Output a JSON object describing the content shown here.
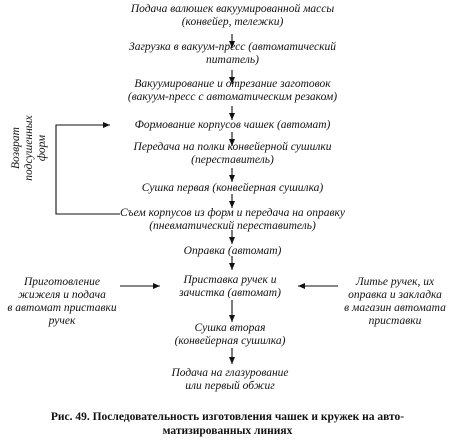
{
  "steps": {
    "s1": [
      "Подача валюшек вакуумированной массы",
      "(конвейер, тележки)"
    ],
    "s2": [
      "Загрузка в вакуум-пресс (автоматический",
      "питатель)"
    ],
    "s3": [
      "Вакуумирование и отрезание заготовок",
      "(вакуум-пресс с автоматическим резаком)"
    ],
    "s4": [
      "Формование корпусов чашек (автомат)"
    ],
    "s5": [
      "Передача на полки конвейерной сушилки",
      "(переставитель)"
    ],
    "s6": [
      "Сушка первая (конвейерная сушилка)"
    ],
    "s7": [
      "Съем корпусов из форм и передача на оправку",
      "(пневматический переставитель)"
    ],
    "s8": [
      "Оправка (автомат)"
    ],
    "s9": [
      "Приставка ручек и",
      "зачистка (автомат)"
    ],
    "s10": [
      "Сушка вторая",
      "(конвейерная сушилка)"
    ],
    "s11": [
      "Подача на глазурование",
      "или первый обжиг"
    ]
  },
  "side": {
    "left": [
      "Приготовление",
      "жижеля и подача",
      "в автомат приставки",
      "ручек"
    ],
    "right": [
      "Литье ручек, их",
      "оправка и закладка",
      "в магазин автомата",
      "приставки"
    ],
    "return": [
      "Возврат",
      "подсушенных",
      "форм"
    ]
  },
  "caption": [
    "Рис. 49. Последовательность изготовления чашек и кружек на авто-",
    "матизированных линиях"
  ]
}
